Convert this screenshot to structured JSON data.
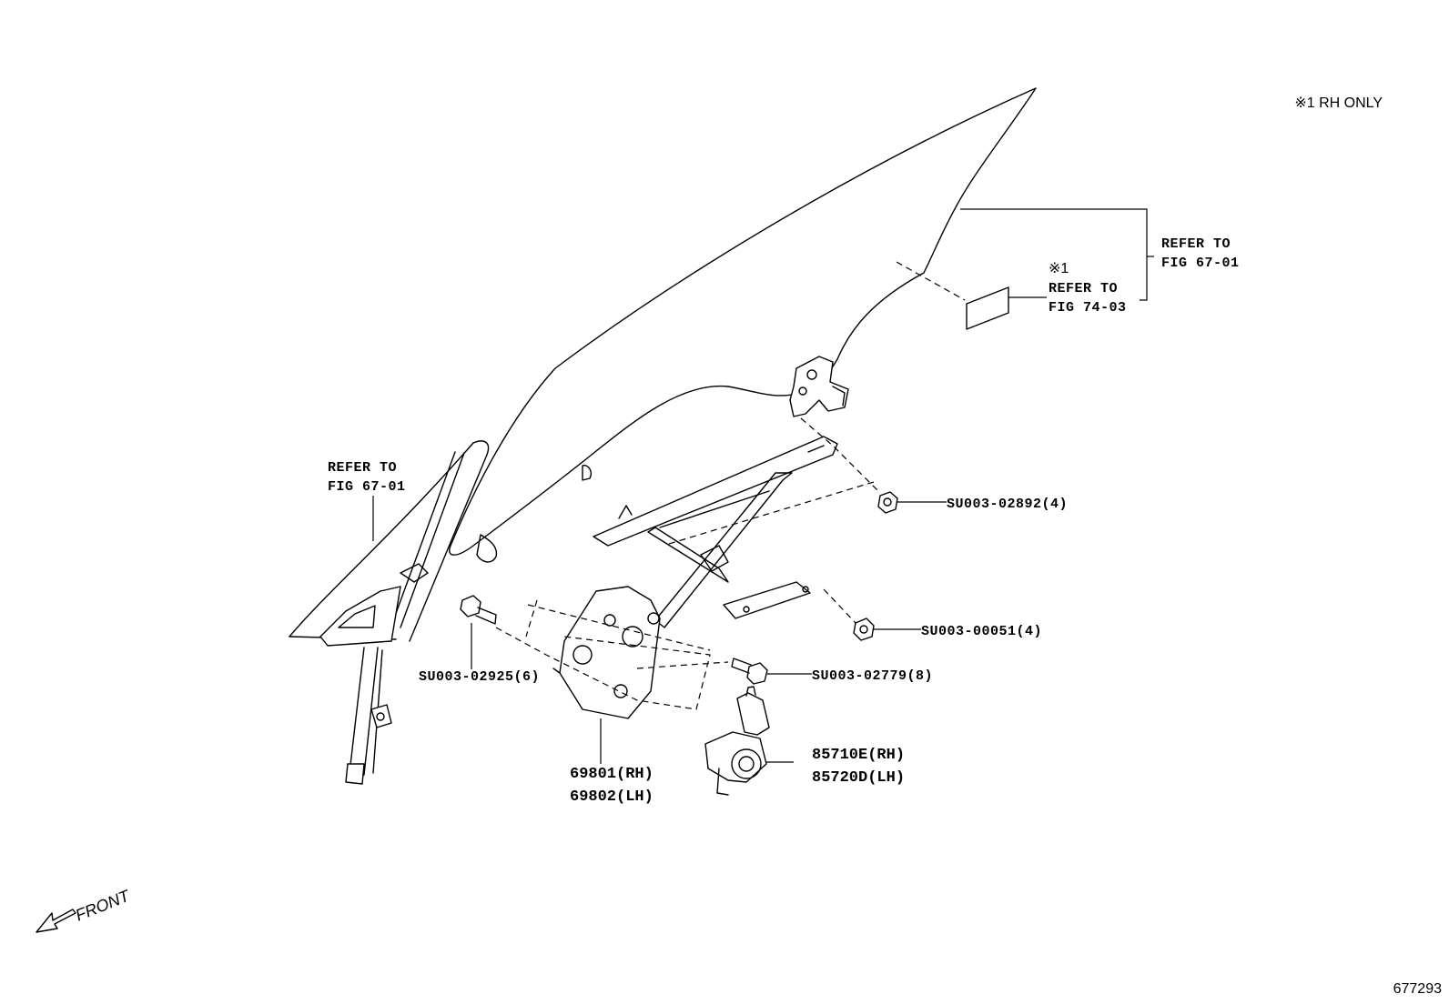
{
  "note": {
    "text": "※1  RH ONLY"
  },
  "diagram_id": "677293",
  "front_label": "FRONT",
  "callouts": {
    "glass_refer_line1": "REFER TO",
    "glass_refer_line2": "FIG 67-01",
    "sticker_mark": "※1",
    "sticker_refer_line1": "REFER TO",
    "sticker_refer_line2": "FIG 74-03",
    "channel_refer_line1": "REFER TO",
    "channel_refer_line2": "FIG 67-01",
    "nut_upper": "SU003-02892(4)",
    "nut_lower": "SU003-00051(4)",
    "bolt_regulator": "SU003-02925(6)",
    "bolt_motor": "SU003-02779(8)",
    "regulator_rh": "69801(RH)",
    "regulator_lh": "69802(LH)",
    "motor_rh": "85710E(RH)",
    "motor_lh": "85720D(LH)"
  }
}
